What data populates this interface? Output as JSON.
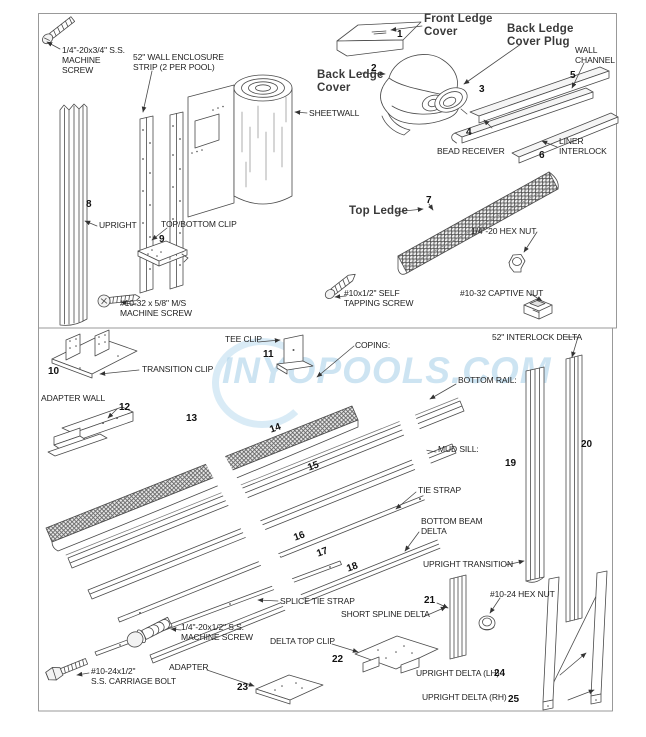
{
  "watermark": {
    "text": "INYOPOOLS.COM"
  },
  "parts": {
    "machine_screw_34": {
      "label": "1/4\"-20x3/4\" S.S.\nMACHINE\nSCREW"
    },
    "wall_enclosure_strip": {
      "label": "52\" WALL ENCLOSURE\nSTRIP (2 PER POOL)"
    },
    "front_ledge_cover": {
      "num": "1",
      "label": "Front Ledge\nCover"
    },
    "back_ledge_cover": {
      "num": "2",
      "label": "Back Ledge\nCover"
    },
    "back_ledge_cover_plug": {
      "num": "3",
      "label": "Back Ledge\nCover Plug"
    },
    "bead_receiver": {
      "num": "4",
      "label": "BEAD RECEIVER"
    },
    "wall_channel": {
      "num": "5",
      "label": "WALL\nCHANNEL"
    },
    "liner_interlock": {
      "num": "6",
      "label": "LINER\nINTERLOCK"
    },
    "sheetwall": {
      "label": "SHEETWALL"
    },
    "top_ledge": {
      "num": "7",
      "label": "Top Ledge"
    },
    "hex_nut_14_20": {
      "label": "1/4\"-20 HEX NUT"
    },
    "upright": {
      "num": "8",
      "label": "UPRIGHT"
    },
    "top_bottom_clip": {
      "num": "9",
      "label": "TOP/BOTTOM CLIP"
    },
    "ms_machine_screw": {
      "label": "#10-32 x 5/8\" M/S\nMACHINE SCREW"
    },
    "self_tapping_screw": {
      "label": "#10x1/2\" SELF\nTAPPING SCREW"
    },
    "captive_nut": {
      "label": "#10-32 CAPTIVE NUT"
    },
    "transition_clip": {
      "num": "10",
      "label": "TRANSITION CLIP"
    },
    "tee_clip": {
      "num": "11",
      "label": "TEE CLIP"
    },
    "adapter_wall": {
      "num": "12",
      "label": "ADAPTER WALL"
    },
    "coping": {
      "num": "13",
      "label": "COPING:"
    },
    "bottom_rail": {
      "num": "14",
      "label": "BOTTOM RAIL:"
    },
    "mud_sill": {
      "num": "15",
      "label": "MUD SILL:"
    },
    "tie_strap": {
      "num": "16",
      "label": "TIE STRAP"
    },
    "bottom_beam_delta": {
      "num": "17",
      "label": "BOTTOM BEAM\nDELTA"
    },
    "splice_tie_strap": {
      "num": "18",
      "label": "SPLICE TIE STRAP"
    },
    "upright_transition": {
      "num": "19",
      "label": "UPRIGHT TRANSITION"
    },
    "interlock_delta": {
      "num": "20",
      "label": "52\" INTERLOCK DELTA"
    },
    "short_spline_delta": {
      "num": "21",
      "label": "SHORT SPLINE DELTA"
    },
    "hex_nut_10_24": {
      "label": "#10-24 HEX NUT"
    },
    "ss_machine_screw_12": {
      "label": "1/4\"-20x1/2\" S.S.\nMACHINE SCREW"
    },
    "delta_top_clip": {
      "num": "22",
      "label": "DELTA TOP CLIP"
    },
    "adapter": {
      "num": "23",
      "label": "ADAPTER"
    },
    "carriage_bolt": {
      "label": "#10-24x1/2\"\nS.S. CARRIAGE BOLT"
    },
    "upright_delta_lh": {
      "num": "24",
      "label": "UPRIGHT DELTA (LH)"
    },
    "upright_delta_rh": {
      "num": "25",
      "label": "UPRIGHT DELTA (RH)"
    }
  }
}
